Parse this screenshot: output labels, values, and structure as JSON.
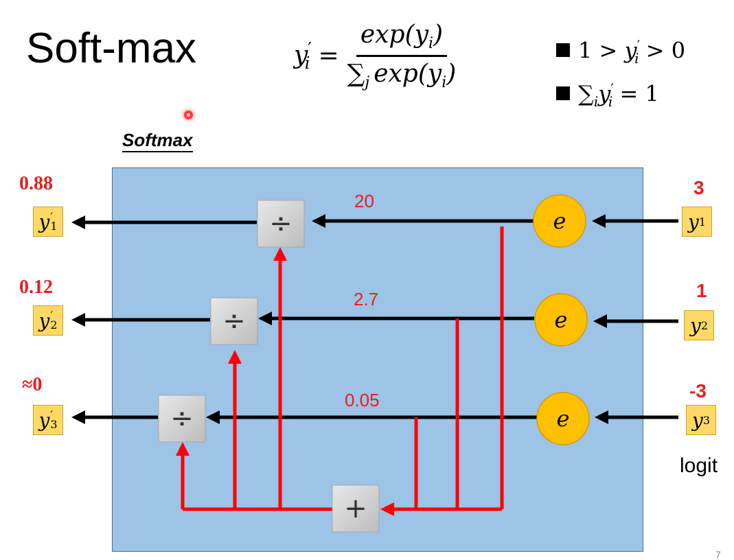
{
  "slide": {
    "title": "Soft-max",
    "box_label": "Softmax",
    "page_number": "7"
  },
  "formula": {
    "lhs": "y",
    "lhs_sub": "i",
    "lhs_prime": "′",
    "equals": "=",
    "numerator": "exp(y",
    "numerator_sub": "i",
    "numerator_close": ")",
    "sum_symbol": "∑",
    "sum_sub": "j",
    "denominator": "exp(y",
    "denominator_sub": "i",
    "denominator_close": ")"
  },
  "properties": [
    {
      "pre": "1 > ",
      "var": "y",
      "prime": "′",
      "sub": "i",
      "post": " > 0"
    },
    {
      "pre": "∑",
      "pre_sub": "i",
      "var": "y",
      "prime": "′",
      "sub": "i",
      "post": " = 1"
    }
  ],
  "inputs": [
    {
      "symbol": "y",
      "sub": "1",
      "value": "3"
    },
    {
      "symbol": "y",
      "sub": "2",
      "value": "1"
    },
    {
      "symbol": "y",
      "sub": "3",
      "value": "-3"
    }
  ],
  "inputs_caption": "logit",
  "exp_nodes": [
    {
      "label": "e"
    },
    {
      "label": "e"
    },
    {
      "label": "e"
    }
  ],
  "exp_values": [
    "20",
    "2.7",
    "0.05"
  ],
  "divide_symbol": "÷",
  "sum_node_symbol": "+",
  "outputs": [
    {
      "symbol": "y",
      "prime": "′",
      "sub": "1",
      "value": "0.88"
    },
    {
      "symbol": "y",
      "prime": "′",
      "sub": "2",
      "value": "0.12"
    },
    {
      "symbol": "y",
      "prime": "′",
      "sub": "3",
      "value": "≈0"
    }
  ],
  "colors": {
    "box_fill": "#9dc3e6",
    "box_border": "#41719c",
    "exp_node_fill": "#ffc000",
    "label_box_fill": "#ffd966",
    "red": "#e62020",
    "arrow_black": "#000000"
  }
}
